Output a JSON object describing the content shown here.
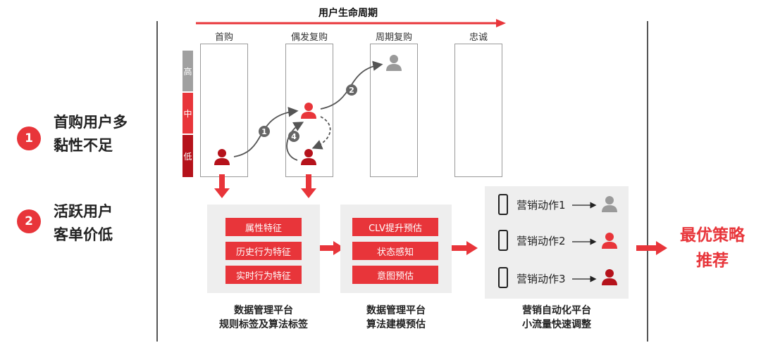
{
  "problems": [
    {
      "number": "1",
      "lines": [
        "首购用户多",
        "黏性不足"
      ]
    },
    {
      "number": "2",
      "lines": [
        "活跃用户",
        "客单价低"
      ]
    }
  ],
  "lifecycle": {
    "title": "用户生命周期",
    "stages": [
      "首购",
      "偶发复购",
      "周期复购",
      "忠诚"
    ],
    "levels": [
      "高",
      "中",
      "低"
    ],
    "steps": [
      "1",
      "2",
      "4"
    ]
  },
  "panels": [
    {
      "items": [
        "属性特征",
        "历史行为特征",
        "实时行为特征"
      ],
      "caption": [
        "数据管理平台",
        "规则标签及算法标签"
      ]
    },
    {
      "items": [
        "CLV提升预估",
        "状态感知",
        "意图预估"
      ],
      "caption": [
        "数据管理平台",
        "算法建模预估"
      ]
    },
    {
      "actions": [
        "营销动作1",
        "营销动作2",
        "营销动作3"
      ],
      "caption": [
        "营销自动化平台",
        "小流量快速调整"
      ]
    }
  ],
  "result": [
    "最优策略",
    "推荐"
  ],
  "colors": {
    "accent": "#e8353a",
    "dark_red": "#b5121b",
    "gray": "#9a9a9a",
    "panel": "#eeeeee"
  }
}
